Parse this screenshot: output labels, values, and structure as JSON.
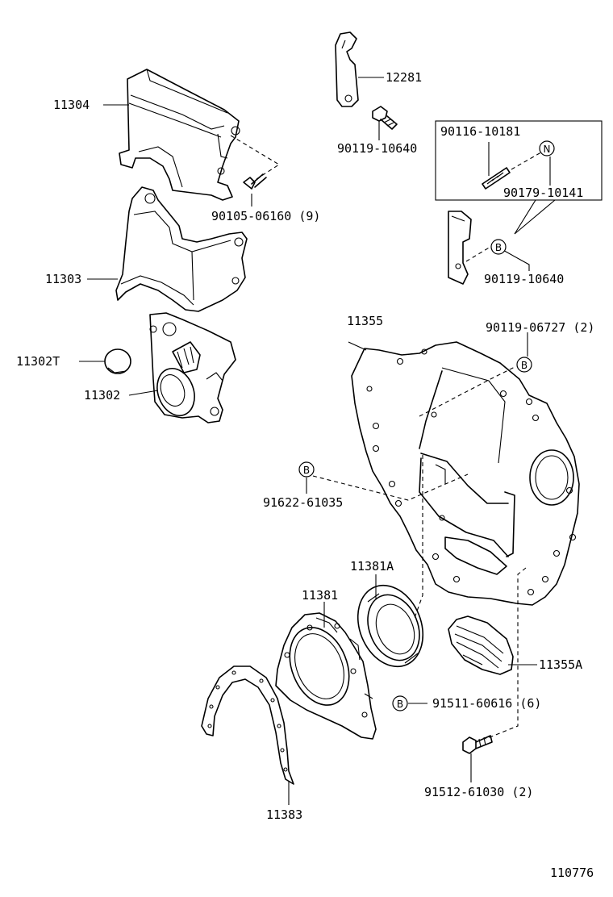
{
  "labels": {
    "p11304": "11304",
    "p12281": "12281",
    "p90119_10640_a": "90119-10640",
    "p90116_10181": "90116-10181",
    "p90179_10141": "90179-10141",
    "p90105_06160": "90105-06160 (9)",
    "p11303": "11303",
    "p90119_10640_b": "90119-10640",
    "p11355": "11355",
    "p90119_06727": "90119-06727 (2)",
    "p11302T": "11302T",
    "p11302": "11302",
    "p91622_61035": "91622-61035",
    "p11381A": "11381A",
    "p11381": "11381",
    "p11355A": "11355A",
    "p91511_60616": "91511-60616 (6)",
    "p91512_61030": "91512-61030 (2)",
    "p11383": "11383",
    "diagram_id": "110776"
  },
  "markers": {
    "n": "N",
    "b": "B"
  }
}
